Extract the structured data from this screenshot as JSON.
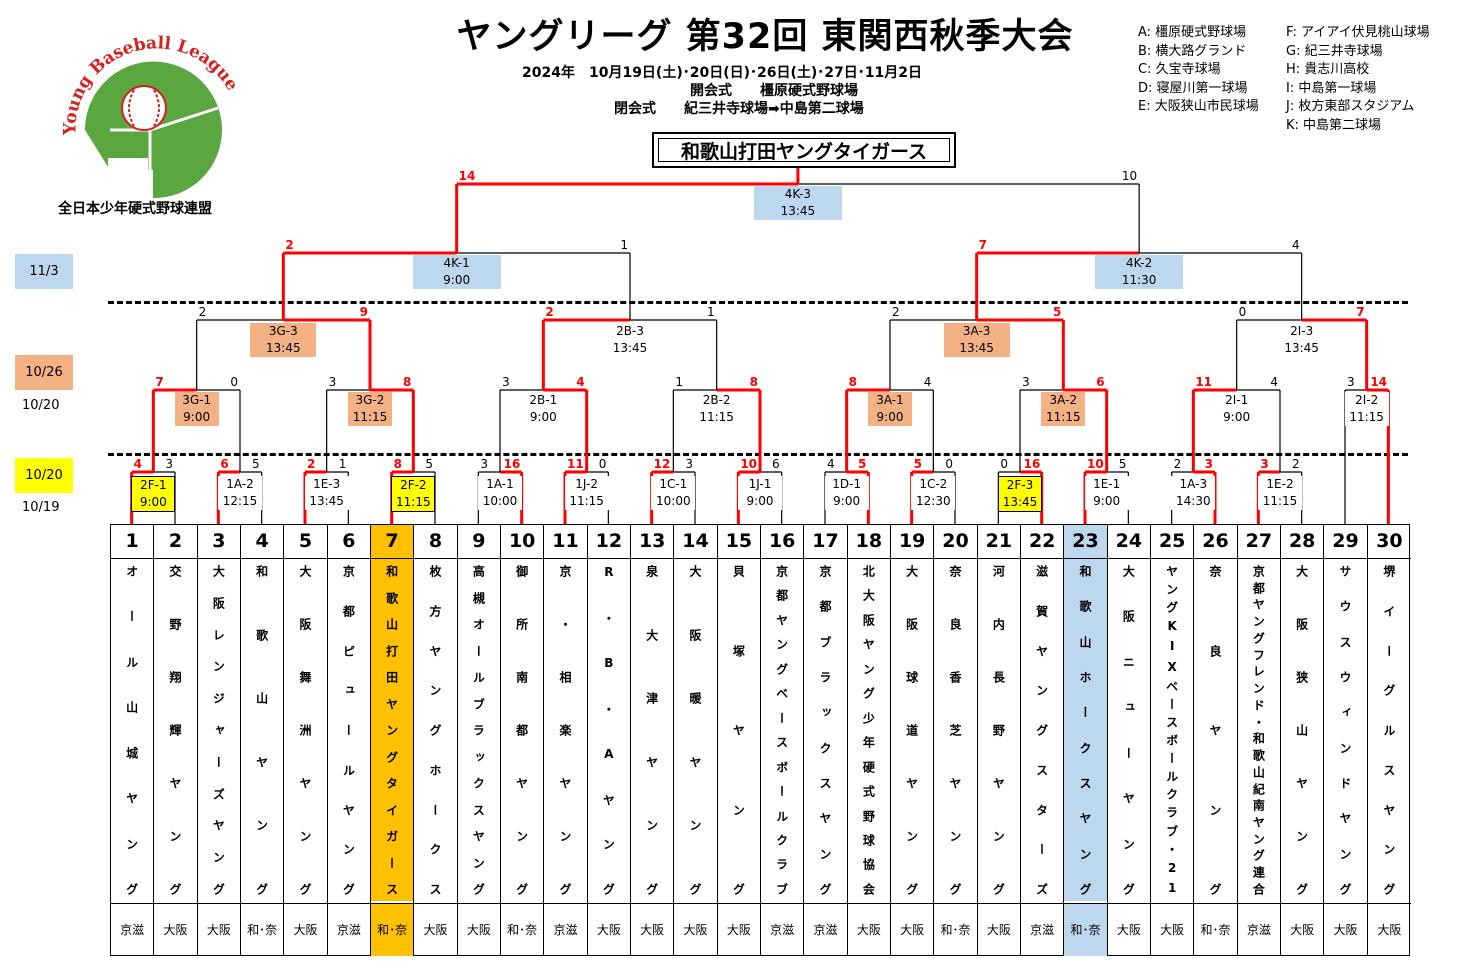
{
  "title": "ヤングリーグ 第32回 東関西秋季大会",
  "dates": "2024年　10月19日(土)･20日(日)･26日(土)･27日･11月2日",
  "opening": "開会式　　橿原硬式野球場",
  "closing": "閉会式　　紀三井寺球場➡中島第二球場",
  "logo": {
    "arc_text": "Young Baseball League",
    "caption": "全日本少年硬式野球連盟",
    "colors": {
      "field": "#5aa63f",
      "ball_stitch": "#d62020"
    }
  },
  "venues": [
    [
      "A: 橿原硬式野球場",
      "F: アイアイ伏見桃山球場"
    ],
    [
      "B: 横大路グランド",
      "G: 紀三井寺球場"
    ],
    [
      "C: 久宝寺球場",
      "H: 貴志川高校"
    ],
    [
      "D: 寝屋川第一球場",
      "I:  中島第一球場"
    ],
    [
      "E: 大阪狭山市民球場",
      "J: 枚方東部スタジアム"
    ],
    [
      "",
      "K: 中島第二球場"
    ]
  ],
  "champion": "和歌山打田ヤングタイガース",
  "date_markers": [
    {
      "text": "11/3",
      "boxed": true,
      "color": "#bdd7ee"
    },
    {
      "text": "10/26",
      "boxed": true,
      "color": "#f4b183"
    },
    {
      "text": "10/20",
      "boxed": false
    },
    {
      "text": "10/20",
      "boxed": true,
      "color": "#ffff00"
    },
    {
      "text": "10/19",
      "boxed": false
    }
  ],
  "colors": {
    "win": "#ff0000",
    "line": "#000000",
    "blue": "#bdd7ee",
    "salmon": "#f4b183",
    "yellow": "#ffff00",
    "orange": "#ffc000"
  },
  "matches_r1": [
    {
      "code": "2F-1",
      "time": "9:00",
      "yellow": true,
      "a": "4",
      "b": "3",
      "win": "L"
    },
    {
      "code": "1A-2",
      "time": "12:15",
      "yellow": false,
      "a": "6",
      "b": "5",
      "win": "L"
    },
    {
      "code": "1E-3",
      "time": "13:45",
      "yellow": false,
      "a": "2",
      "b": "1",
      "win": "L"
    },
    {
      "code": "2F-2",
      "time": "11:15",
      "yellow": true,
      "a": "8",
      "b": "5",
      "win": "L"
    },
    {
      "code": "1A-1",
      "time": "10:00",
      "yellow": false,
      "a": "3",
      "b": "16",
      "win": "R"
    },
    {
      "code": "1J-2",
      "time": "11:15",
      "yellow": false,
      "a": "11",
      "b": "0",
      "win": "L"
    },
    {
      "code": "1C-1",
      "time": "10:00",
      "yellow": false,
      "a": "12",
      "b": "3",
      "win": "L"
    },
    {
      "code": "1J-1",
      "time": "9:00",
      "yellow": false,
      "a": "10",
      "b": "6",
      "win": "L"
    },
    {
      "code": "1D-1",
      "time": "9:00",
      "yellow": false,
      "a": "4",
      "b": "5",
      "win": "R"
    },
    {
      "code": "1C-2",
      "time": "12:30",
      "yellow": false,
      "a": "5",
      "b": "0",
      "win": "L"
    },
    {
      "code": "2F-3",
      "time": "13:45",
      "yellow": true,
      "a": "0",
      "b": "16",
      "win": "R"
    },
    {
      "code": "1E-1",
      "time": "9:00",
      "yellow": false,
      "a": "10",
      "b": "5",
      "win": "L"
    },
    {
      "code": "1A-3",
      "time": "14:30",
      "yellow": false,
      "a": "2",
      "b": "3",
      "win": "R"
    },
    {
      "code": "1E-2",
      "time": "11:15",
      "yellow": false,
      "a": "3",
      "b": "2",
      "win": "L"
    }
  ],
  "matches_r2": [
    {
      "code": "3G-1",
      "time": "9:00",
      "color": "salmon",
      "a": "7",
      "b": "0",
      "win": "L"
    },
    {
      "code": "3G-2",
      "time": "11:15",
      "color": "salmon",
      "a": "3",
      "b": "8",
      "win": "R"
    },
    {
      "code": "2B-1",
      "time": "9:00",
      "color": "white",
      "a": "3",
      "b": "4",
      "win": "R"
    },
    {
      "code": "2B-2",
      "time": "11:15",
      "color": "white",
      "a": "1",
      "b": "8",
      "win": "R"
    },
    {
      "code": "3A-1",
      "time": "9:00",
      "color": "salmon",
      "a": "8",
      "b": "4",
      "win": "L"
    },
    {
      "code": "3A-2",
      "time": "11:15",
      "color": "salmon",
      "a": "3",
      "b": "6",
      "win": "R"
    },
    {
      "code": "2I-1",
      "time": "9:00",
      "color": "white",
      "a": "11",
      "b": "4",
      "win": "L"
    },
    {
      "code": "2I-2",
      "time": "11:15",
      "color": "white",
      "a": "3",
      "b": "14",
      "win": "R"
    }
  ],
  "matches_r3": [
    {
      "code": "3G-3",
      "time": "13:45",
      "color": "salmon",
      "a": "2",
      "b": "9",
      "win": "R"
    },
    {
      "code": "2B-3",
      "time": "13:45",
      "color": "white",
      "a": "2",
      "b": "1",
      "win": "L"
    },
    {
      "code": "3A-3",
      "time": "13:45",
      "color": "salmon",
      "a": "2",
      "b": "5",
      "win": "R"
    },
    {
      "code": "2I-3",
      "time": "13:45",
      "color": "white",
      "a": "0",
      "b": "7",
      "win": "R"
    }
  ],
  "matches_r4": [
    {
      "code": "4K-1",
      "time": "9:00",
      "color": "blue",
      "a": "2",
      "b": "1",
      "win": "L"
    },
    {
      "code": "4K-2",
      "time": "11:30",
      "color": "blue",
      "a": "7",
      "b": "4",
      "win": "L"
    }
  ],
  "match_final": {
    "code": "4K-3",
    "time": "13:45",
    "color": "blue",
    "a": "14",
    "b": "10",
    "win": "L"
  },
  "teams": [
    {
      "num": "1",
      "name": [
        "オ",
        "ー",
        "ル",
        "山",
        "城",
        "ヤ",
        "ン",
        "グ"
      ],
      "region": "京滋"
    },
    {
      "num": "2",
      "name": [
        "交",
        "野",
        "翔",
        "輝",
        "ヤ",
        "ン",
        "グ"
      ],
      "region": "大阪"
    },
    {
      "num": "3",
      "name": [
        "大",
        "阪",
        "レ",
        "ン",
        "ジ",
        "ャ",
        "ー",
        "ズ",
        "ヤ",
        "ン",
        "グ"
      ],
      "region": "大阪"
    },
    {
      "num": "4",
      "name": [
        "和",
        "歌",
        "山",
        "ヤ",
        "ン",
        "グ"
      ],
      "region": "和･奈"
    },
    {
      "num": "5",
      "name": [
        "大",
        "阪",
        "舞",
        "洲",
        "ヤ",
        "ン",
        "グ"
      ],
      "region": "大阪"
    },
    {
      "num": "6",
      "name": [
        "京",
        "都",
        "ピ",
        "ュ",
        "ー",
        "ル",
        "ヤ",
        "ン",
        "グ"
      ],
      "region": "京滋"
    },
    {
      "num": "7",
      "name": [
        "和",
        "歌",
        "山",
        "打",
        "田",
        "ヤ",
        "ン",
        "グ",
        "タ",
        "イ",
        "ガ",
        "ー",
        "ス"
      ],
      "region": "和･奈",
      "hl": "orange"
    },
    {
      "num": "8",
      "name": [
        "枚",
        "方",
        "ヤ",
        "ン",
        "グ",
        "ホ",
        "ー",
        "ク",
        "ス"
      ],
      "region": "大阪"
    },
    {
      "num": "9",
      "name": [
        "高",
        "槻",
        "オ",
        "ー",
        "ル",
        "ブ",
        "ラ",
        "ッ",
        "ク",
        "ス",
        "ヤ",
        "ン",
        "グ"
      ],
      "region": "大阪"
    },
    {
      "num": "10",
      "name": [
        "御",
        "所",
        "南",
        "都",
        "ヤ",
        "ン",
        "グ"
      ],
      "region": "和･奈"
    },
    {
      "num": "11",
      "name": [
        "京",
        "・",
        "相",
        "楽",
        "ヤ",
        "ン",
        "グ"
      ],
      "region": "京滋"
    },
    {
      "num": "12",
      "name": [
        "R",
        "・",
        "B",
        "・",
        "A",
        "ヤ",
        "ン",
        "グ"
      ],
      "region": "大阪"
    },
    {
      "num": "13",
      "name": [
        "泉",
        "大",
        "津",
        "ヤ",
        "ン",
        "グ"
      ],
      "region": "大阪"
    },
    {
      "num": "14",
      "name": [
        "大",
        "阪",
        "暖",
        "ヤ",
        "ン",
        "グ"
      ],
      "region": "大阪"
    },
    {
      "num": "15",
      "name": [
        "貝",
        "塚",
        "ヤ",
        "ン",
        "グ"
      ],
      "region": "大阪"
    },
    {
      "num": "16",
      "name": [
        "京",
        "都",
        "ヤ",
        "ン",
        "グ",
        "ベ",
        "ー",
        "ス",
        "ボ",
        "ー",
        "ル",
        "ク",
        "ラ",
        "ブ"
      ],
      "region": "京滋"
    },
    {
      "num": "17",
      "name": [
        "京",
        "都",
        "ブ",
        "ラ",
        "ッ",
        "ク",
        "ス",
        "ヤ",
        "ン",
        "グ"
      ],
      "region": "京滋"
    },
    {
      "num": "18",
      "name": [
        "北",
        "大",
        "阪",
        "ヤ",
        "ン",
        "グ",
        "少",
        "年",
        "硬",
        "式",
        "野",
        "球",
        "協",
        "会"
      ],
      "region": "大阪"
    },
    {
      "num": "19",
      "name": [
        "大",
        "阪",
        "球",
        "道",
        "ヤ",
        "ン",
        "グ"
      ],
      "region": "大阪"
    },
    {
      "num": "20",
      "name": [
        "奈",
        "良",
        "香",
        "芝",
        "ヤ",
        "ン",
        "グ"
      ],
      "region": "和･奈"
    },
    {
      "num": "21",
      "name": [
        "河",
        "内",
        "長",
        "野",
        "ヤ",
        "ン",
        "グ"
      ],
      "region": "大阪"
    },
    {
      "num": "22",
      "name": [
        "滋",
        "賀",
        "ヤ",
        "ン",
        "グ",
        "ス",
        "タ",
        "ー",
        "ズ"
      ],
      "region": "京滋"
    },
    {
      "num": "23",
      "name": [
        "和",
        "歌",
        "山",
        "ホ",
        "ー",
        "ク",
        "ス",
        "ヤ",
        "ン",
        "グ"
      ],
      "region": "和･奈",
      "hl": "blue"
    },
    {
      "num": "24",
      "name": [
        "大",
        "阪",
        "ニ",
        "ュ",
        "ー",
        "ヤ",
        "ン",
        "グ"
      ],
      "region": "大阪"
    },
    {
      "num": "25",
      "name": [
        "ヤ",
        "ン",
        "グ",
        "K",
        "I",
        "X",
        "ベ",
        "ー",
        "ス",
        "ボ",
        "ー",
        "ル",
        "ク",
        "ラ",
        "ブ",
        "・",
        "2",
        "1"
      ],
      "region": "大阪"
    },
    {
      "num": "26",
      "name": [
        "奈",
        "良",
        "ヤ",
        "ン",
        "グ"
      ],
      "region": "和･奈"
    },
    {
      "num": "27",
      "name": [
        "京",
        "都",
        "ヤ",
        "ン",
        "グ",
        "フ",
        "レ",
        "ン",
        "ド",
        "・",
        "和",
        "歌",
        "山",
        "紀",
        "南",
        "ヤ",
        "ン",
        "グ",
        "連",
        "合"
      ],
      "region": "京滋"
    },
    {
      "num": "28",
      "name": [
        "大",
        "阪",
        "狭",
        "山",
        "ヤ",
        "ン",
        "グ"
      ],
      "region": "大阪"
    },
    {
      "num": "29",
      "name": [
        "サ",
        "ウ",
        "ス",
        "ウ",
        "ィ",
        "ン",
        "ド",
        "ヤ",
        "ン",
        "グ"
      ],
      "region": "大阪"
    },
    {
      "num": "30",
      "name": [
        "堺",
        "イ",
        "ー",
        "グ",
        "ル",
        "ス",
        "ヤ",
        "ン",
        "グ"
      ],
      "region": "大阪"
    }
  ]
}
